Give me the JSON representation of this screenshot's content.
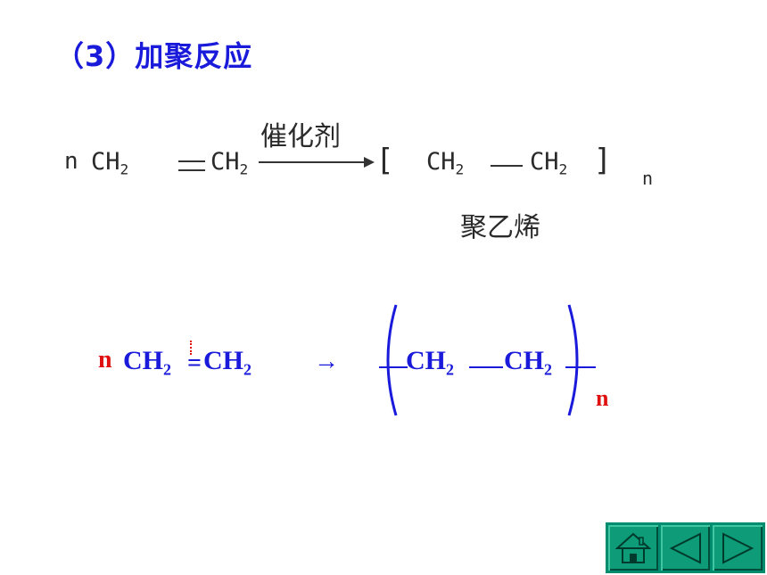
{
  "slide": {
    "heading": "（3）加聚反应"
  },
  "equation_top": {
    "coefficient": "n",
    "reactant_left": "CH",
    "reactant_right": "CH",
    "subscript": "2",
    "catalyst": "催化剂",
    "bracket_open": "[",
    "product_left": "CH",
    "product_right": "CH",
    "bracket_close": "]",
    "repeat": "n",
    "product_name": "聚乙烯"
  },
  "equation_bottom": {
    "coefficient": "n",
    "reactant_left": "CH",
    "reactant_right": "CH",
    "subscript": "2",
    "double_bond": "=",
    "arrow": "→",
    "product_left": "CH",
    "product_right": "CH",
    "repeat": "n"
  },
  "colors": {
    "heading": "#1a1adb",
    "formula_blue": "#1a1adb",
    "highlight_red": "#e01010",
    "nav_bg": "#008c6e"
  },
  "navigation": {
    "buttons": [
      "home-icon",
      "previous-icon",
      "next-icon"
    ]
  }
}
